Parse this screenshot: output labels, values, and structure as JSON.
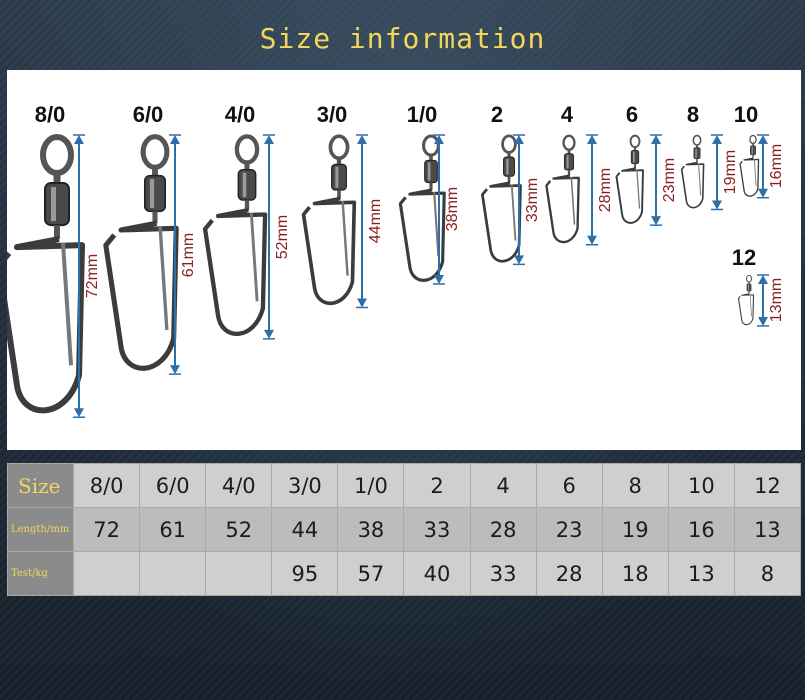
{
  "title": "Size information",
  "unit": "mm",
  "colors": {
    "title": "#f2d75a",
    "measure_arrow": "#2e6fa8",
    "measure_text": "#8a1f1f",
    "header_cell": "#8b8b8b"
  },
  "swivels": [
    {
      "size": "8/0",
      "length_mm": 72,
      "length_label": "72mm"
    },
    {
      "size": "6/0",
      "length_mm": 61,
      "length_label": "61mm"
    },
    {
      "size": "4/0",
      "length_mm": 52,
      "length_label": "52mm"
    },
    {
      "size": "3/0",
      "length_mm": 44,
      "length_label": "44mm"
    },
    {
      "size": "1/0",
      "length_mm": 38,
      "length_label": "38mm"
    },
    {
      "size": "2",
      "length_mm": 33,
      "length_label": "33mm"
    },
    {
      "size": "4",
      "length_mm": 28,
      "length_label": "28mm"
    },
    {
      "size": "6",
      "length_mm": 23,
      "length_label": "23mm"
    },
    {
      "size": "8",
      "length_mm": 19,
      "length_label": "19mm"
    },
    {
      "size": "10",
      "length_mm": 16,
      "length_label": "16mm"
    },
    {
      "size": "12",
      "length_mm": 13,
      "length_label": "13mm"
    }
  ],
  "table": {
    "row_headers": [
      "Size",
      "Length/mm",
      "Test/kg"
    ],
    "sizes": [
      "8/0",
      "6/0",
      "4/0",
      "3/0",
      "1/0",
      "2",
      "4",
      "6",
      "8",
      "10",
      "12"
    ],
    "lengths": [
      "72",
      "61",
      "52",
      "44",
      "38",
      "33",
      "28",
      "23",
      "19",
      "16",
      "13"
    ],
    "tests": [
      "",
      "",
      "",
      "95",
      "57",
      "40",
      "33",
      "28",
      "18",
      "13",
      "8"
    ]
  }
}
